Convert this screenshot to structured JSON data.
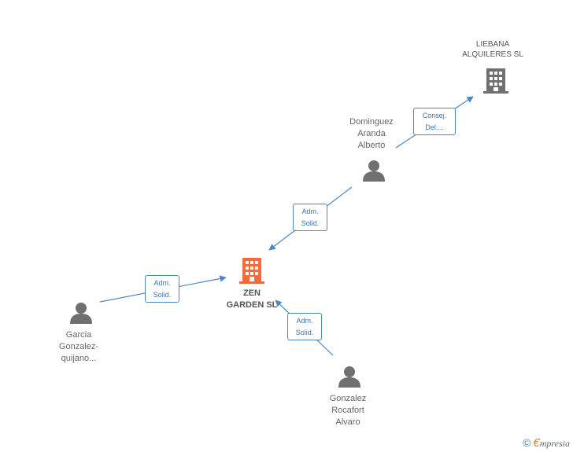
{
  "nodes": {
    "main": {
      "line1": "ZEN",
      "line2": "GARDEN SL"
    },
    "liebana": {
      "line1": "LIEBANA",
      "line2": "ALQUILERES SL"
    },
    "dominguez": {
      "line1": "Dominguez",
      "line2": "Aranda",
      "line3": "Alberto"
    },
    "garcia": {
      "line1": "Garcia",
      "line2": "Gonzalez-",
      "line3": "quijano..."
    },
    "gonzalez": {
      "line1": "Gonzalez",
      "line2": "Rocafort",
      "line3": "Alvaro"
    }
  },
  "edges": {
    "consej": {
      "line1": "Consej.",
      "line2": "Del...."
    },
    "dominguez_adm": {
      "line1": "Adm.",
      "line2": "Solid."
    },
    "garcia_adm": {
      "line1": "Adm.",
      "line2": "Solid."
    },
    "gonzalez_adm": {
      "line1": "Adm.",
      "line2": "Solid."
    }
  },
  "footer": {
    "copyright": "©",
    "brand_e": "€",
    "brand_rest": "mpresia"
  },
  "colors": {
    "main_company": "#f26b3a",
    "company": "#707070",
    "person": "#707070",
    "edge": "#4a86c8"
  }
}
